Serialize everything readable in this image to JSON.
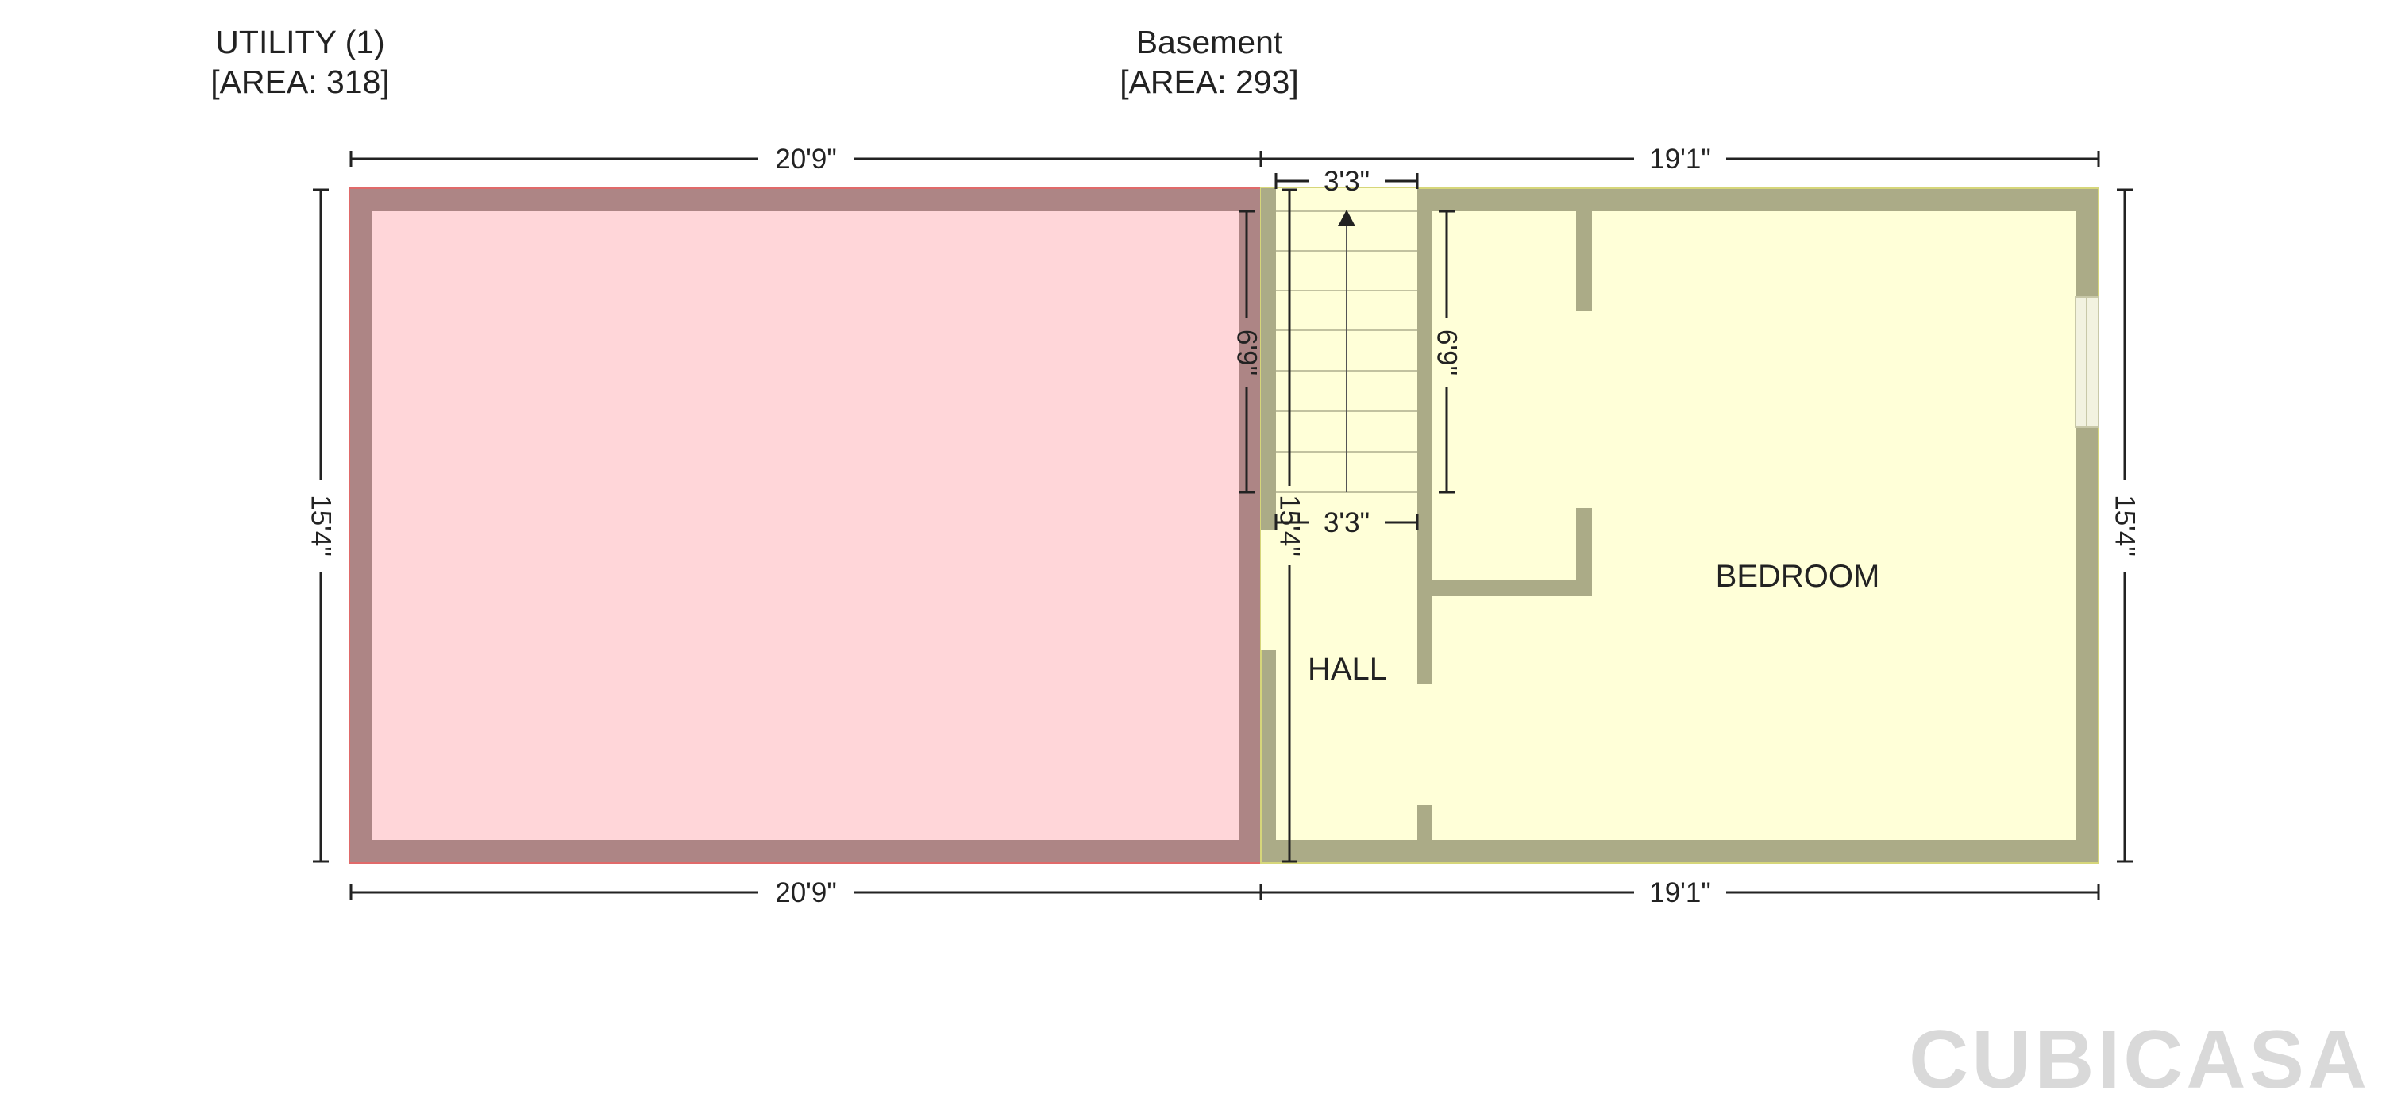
{
  "floors": [
    {
      "name": "UTILITY (1)",
      "area": "[AREA: 318]"
    },
    {
      "name": "Basement",
      "area": "[AREA: 293]"
    }
  ],
  "dimensions": {
    "utility_width_top": "20'9\"",
    "basement_width_top": "19'1\"",
    "utility_width_bottom": "20'9\"",
    "basement_width_bottom": "19'1\"",
    "left_height": "15'4\"",
    "right_height": "15'4\"",
    "stair_width_top": "3'3\"",
    "stair_width_bottom": "3'3\"",
    "stair_length_left": "6'9\"",
    "stair_length_right": "6'9\"",
    "hall_length": "15'4\""
  },
  "rooms": {
    "hall": "HALL",
    "bedroom": "BEDROOM"
  },
  "brand": "CUBICASA",
  "colors": {
    "utility_fill": "#ffd6d9",
    "utility_wall": "#ad8585",
    "basement_fill": "#ffffd8",
    "basement_wall": "#abab87",
    "dimension_line": "#222222",
    "logo": "#d9d9d9"
  }
}
